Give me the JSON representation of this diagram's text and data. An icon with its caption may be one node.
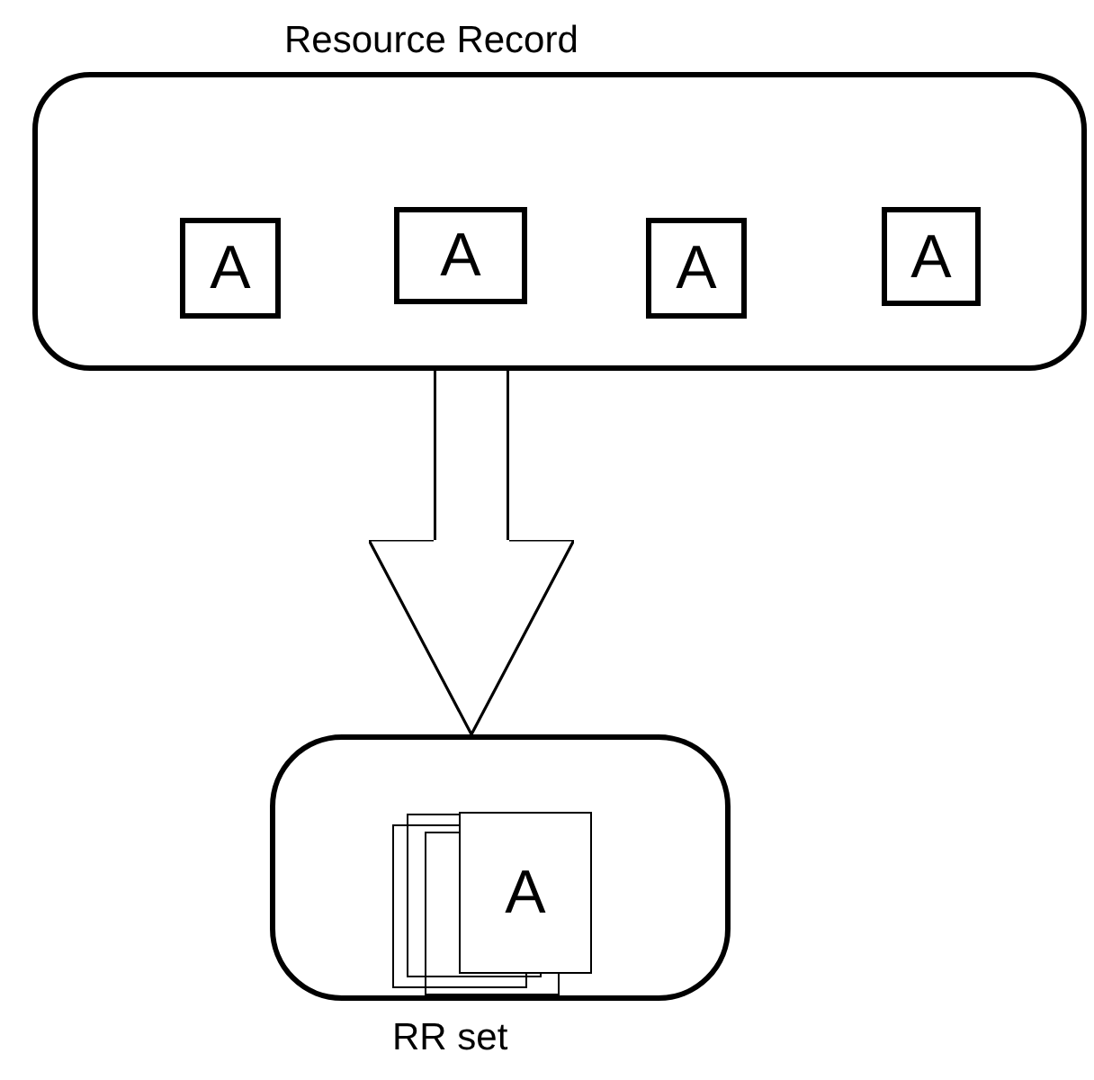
{
  "diagram": {
    "nodes": [
      {
        "text": [
          "Resource Record"
        ]
      },
      {
        "text": [
          "A"
        ],
        "in": 0
      },
      {
        "text": [
          "A"
        ],
        "in": 0
      },
      {
        "text": [
          "A"
        ],
        "in": 0
      },
      {
        "text": [
          "A"
        ],
        "in": 0
      },
      {
        "text": [
          "RR set"
        ]
      },
      {
        "text": [
          "A"
        ],
        "in": 5
      }
    ],
    "edges": [
      {
        "from": 0,
        "to": 5,
        "arrow": "to",
        "style": "thick"
      }
    ]
  }
}
